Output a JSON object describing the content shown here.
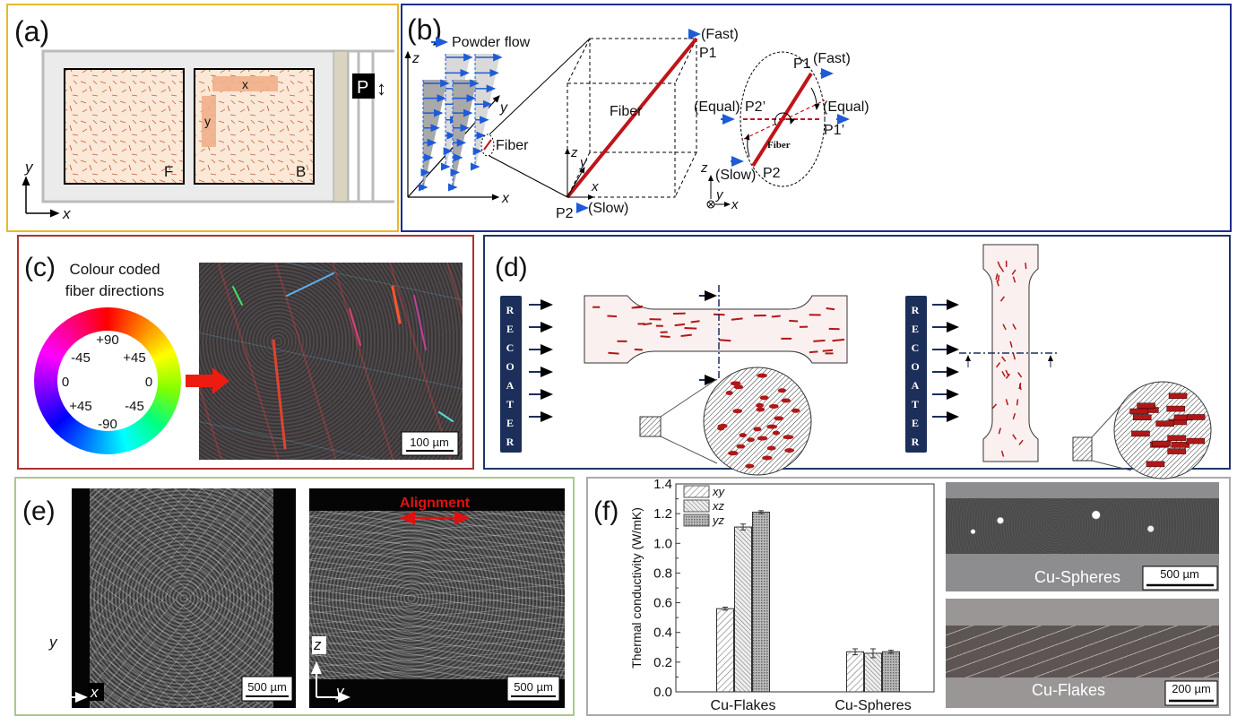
{
  "panel_a": {
    "label": "(a)",
    "box_f": "F",
    "box_b": "B",
    "specimen_x": "x",
    "specimen_y": "y",
    "recoater": "P",
    "axis_x": "x",
    "axis_y": "y"
  },
  "panel_b": {
    "label": "(b)",
    "legend": "Powder flow",
    "axis_x": "x",
    "axis_y": "y",
    "axis_z": "z",
    "fiber": "Fiber",
    "fast": "(Fast)",
    "slow": "(Slow)",
    "p1": "P1",
    "p2": "P2",
    "equal_left": "(Equal)",
    "equal_right": "(Equal)",
    "p1_prime": "P1’",
    "p2_prime": "P2’",
    "fiber_small": "Fiber",
    "fast2": "(Fast)",
    "slow2": "(Slow)",
    "p1b": "P1",
    "p2b": "P2",
    "sm_z": "z",
    "sm_y": "y",
    "sm_x": "x",
    "cube_x": "x",
    "cube_y": "y",
    "cube_z": "z"
  },
  "panel_c": {
    "label": "(c)",
    "title_line1": "Colour coded",
    "title_line2": "fiber directions",
    "angles": {
      "top": "+90",
      "ul": "-45",
      "ur": "+45",
      "l": "0",
      "r": "0",
      "ll": "+45",
      "lr": "-45",
      "bottom": "-90"
    },
    "scale": "100 µm"
  },
  "panel_d": {
    "label": "(d)",
    "recoater_letters": [
      "R",
      "E",
      "C",
      "O",
      "A",
      "T",
      "E",
      "R"
    ]
  },
  "panel_e": {
    "label": "(e)",
    "alignment": "Alignment",
    "left_axes": [
      "y",
      "x"
    ],
    "right_axes": [
      "z",
      "y"
    ],
    "scale_left": "500 µm",
    "scale_right": "500 µm"
  },
  "panel_f": {
    "label": "(f)",
    "photo1_label": "Cu-Spheres",
    "photo1_scale": "500 µm",
    "photo2_label": "Cu-Flakes",
    "photo2_scale": "200 µm"
  },
  "chart_data": {
    "type": "bar",
    "ylabel": "Thermal conductivity (W/mK)",
    "xlabel": "",
    "ylim": [
      0,
      1.4
    ],
    "yticks": [
      "0.0",
      "0.2",
      "0.4",
      "0.6",
      "0.8",
      "1.0",
      "1.2",
      "1.4"
    ],
    "categories": [
      "Cu-Flakes",
      "Cu-Spheres"
    ],
    "legend_position": "top-left",
    "series": [
      {
        "name": "xy",
        "values": [
          0.56,
          0.27
        ],
        "errors": [
          0.01,
          0.02
        ]
      },
      {
        "name": "xz",
        "values": [
          1.11,
          0.26
        ],
        "errors": [
          0.02,
          0.03
        ]
      },
      {
        "name": "yz",
        "values": [
          1.21,
          0.27
        ],
        "errors": [
          0.01,
          0.01
        ]
      }
    ]
  },
  "colors": {
    "frame_a": "#e8b830",
    "frame_b": "#1f2b8f",
    "frame_c": "#b03030",
    "frame_d": "#1f3566",
    "frame_e": "#a8c890",
    "frame_f": "#aaaaaa",
    "fiber_red": "#c0141a",
    "arrow_blue": "#1e5bd8",
    "recoater": "#1c2f5a"
  }
}
